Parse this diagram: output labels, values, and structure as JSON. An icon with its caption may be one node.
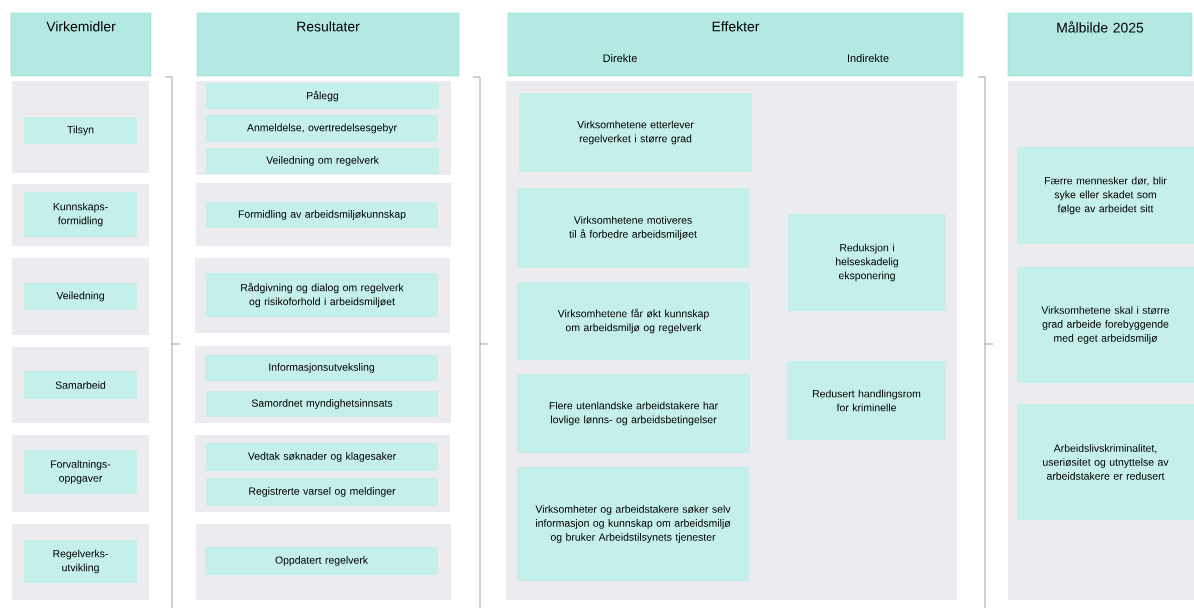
{
  "diagram": {
    "nodes": [
      {
        "text": [
          "Virkemidler"
        ]
      },
      {
        "text": [
          "Resultater"
        ]
      },
      {
        "text": [
          "Effekter",
          "Direkte",
          "Indirekte"
        ]
      },
      {
        "text": [
          "Målbilde 2025"
        ]
      },
      {
        "text": [],
        "shape": "box"
      },
      {
        "text": [
          "Tilsyn"
        ],
        "in": 4
      },
      {
        "text": [],
        "shape": "box"
      },
      {
        "text": [
          "Kunnskaps- formidling"
        ],
        "in": 6
      },
      {
        "text": [],
        "shape": "box"
      },
      {
        "text": [
          "Veiledning"
        ],
        "in": 8
      },
      {
        "text": [],
        "shape": "box"
      },
      {
        "text": [
          "Samarbeid"
        ],
        "in": 10
      },
      {
        "text": [],
        "shape": "box"
      },
      {
        "text": [
          "Forvaltnings- oppgaver"
        ],
        "in": 12
      },
      {
        "text": [],
        "shape": "box"
      },
      {
        "text": [
          "Regelverks- utvikling"
        ],
        "in": 14
      },
      {
        "text": [],
        "shape": "box"
      },
      {
        "text": [
          "Pålegg"
        ],
        "in": 16
      },
      {
        "text": [
          "Anmeldelse, overtredelsesgebyr"
        ],
        "in": 16
      },
      {
        "text": [
          "Veiledning om regelverk"
        ],
        "in": 16
      },
      {
        "text": [],
        "shape": "box"
      },
      {
        "text": [
          "Formidling av arbeidsmiljøkunnskap"
        ],
        "in": 20
      },
      {
        "text": [],
        "shape": "box"
      },
      {
        "text": [
          "Rådgivning og dialog om regelverk og risikoforhold i arbeidsmiljøet"
        ],
        "in": 22
      },
      {
        "text": [],
        "shape": "box"
      },
      {
        "text": [
          "Informasjonsutveksling"
        ],
        "in": 24
      },
      {
        "text": [
          "Samordnet myndighetsinnsats"
        ],
        "in": 24
      },
      {
        "text": [],
        "shape": "box"
      },
      {
        "text": [
          "Vedtak søknader og klagesaker"
        ],
        "in": 27
      },
      {
        "text": [
          "Registrerte varsel og meldinger"
        ],
        "in": 27
      },
      {
        "text": [],
        "shape": "box"
      },
      {
        "text": [
          "Oppdatert regelverk"
        ],
        "in": 30
      },
      {
        "text": [],
        "shape": "box"
      },
      {
        "text": [
          "Virksomhetene etterlever regelverket i større grad"
        ],
        "in": 32
      },
      {
        "text": [
          "Virksomhetene motiveres til å forbedre arbeidsmiljøet"
        ],
        "in": 32
      },
      {
        "text": [
          "Virksomhetene får økt kunnskap om arbeidsmiljø og regelverk"
        ],
        "in": 32
      },
      {
        "text": [
          "Flere utenlandske arbeidstakere har lovlige lønns- og arbeidsbetingelser"
        ],
        "in": 32
      },
      {
        "text": [
          "Virksomheter og arbeidstakere søker selv informasjon og kunnskap om arbeidsmiljø og bruker Arbeidstilsynets tjenester"
        ],
        "in": 32
      },
      {
        "text": [
          "Reduksjon i helseskadelig eksponering"
        ],
        "in": 32
      },
      {
        "text": [
          "Redusert handlingsrom for kriminelle"
        ],
        "in": 32
      },
      {
        "text": [],
        "shape": "box"
      },
      {
        "text": [
          "Færre mennesker dør, blir syke eller skadet som følge av arbeidet sitt"
        ],
        "in": 40
      },
      {
        "text": [
          "Virksomhetene skal i større grad arbeide forebyggende med eget arbeidsmiljø"
        ],
        "in": 40
      },
      {
        "text": [
          "Arbeidslivskriminalitet, useriøsitet og utnyttelse av arbeidstakere er redusert"
        ],
        "in": 40
      }
    ]
  }
}
